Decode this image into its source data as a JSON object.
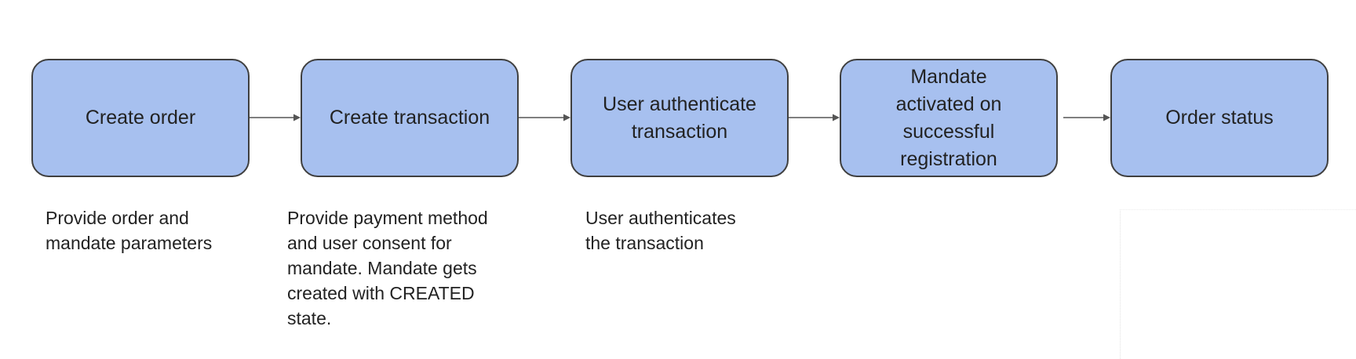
{
  "steps": [
    {
      "label": "Create order",
      "description": "Provide order and\nmandate parameters"
    },
    {
      "label": "Create transaction",
      "description": "Provide payment method\nand user consent for\nmandate. Mandate gets\ncreated with CREATED\nstate."
    },
    {
      "label": "User authenticate\ntransaction",
      "description": "User authenticates\nthe transaction"
    },
    {
      "label": "Mandate\nactivated on\nsuccessful\nregistration",
      "description": ""
    },
    {
      "label": "Order status",
      "description": ""
    }
  ],
  "colors": {
    "box_fill": "#a7c0ef",
    "box_border": "#3f3f3f",
    "arrow": "#555555",
    "text": "#222222"
  }
}
